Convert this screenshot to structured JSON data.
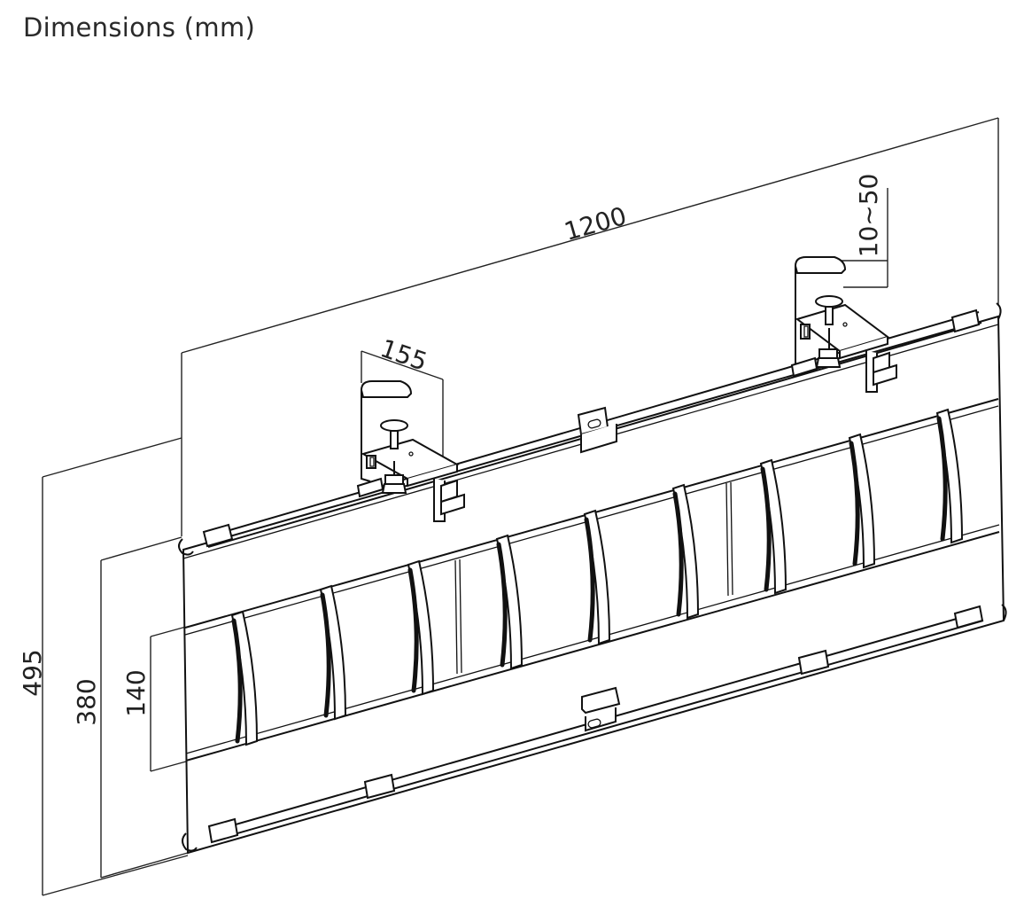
{
  "title": "Dimensions (mm)",
  "dimensions": {
    "overall_width": "1200",
    "clamp_depth": "155",
    "clamp_range": "10~50",
    "overall_height": "495",
    "tray_height": "380",
    "channel_height": "140"
  }
}
